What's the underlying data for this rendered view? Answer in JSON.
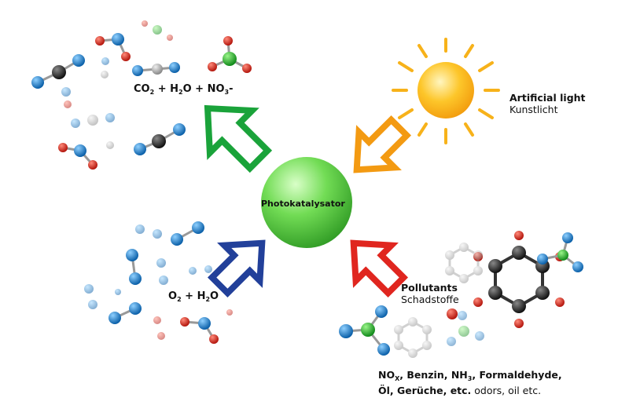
{
  "center_label": "Photokatalysator",
  "products": {
    "co2": "CO",
    "co2_sub": "2",
    "plus1": " + H",
    "h2o_sub": "2",
    "o_plus": "O + NO",
    "no3_sub": "3",
    "minus": "-"
  },
  "inputs_bottom_left": {
    "o2": "O",
    "o2_sub": "2",
    "plus": " + H",
    "h2o_sub": "2",
    "o": "O"
  },
  "light": {
    "en": "Artificial light",
    "de": "Kunstlicht"
  },
  "pollutants": {
    "en": "Pollutants",
    "de": "Schadstoffe"
  },
  "pollutant_list": {
    "no": "NO",
    "no_sub": "X",
    "part1": ", Benzin, NH",
    "nh_sub": "3",
    "part2": ", Formaldehyde,",
    "line2_bold": "Öl, Gerüche, etc.",
    "line2_plain": " odors, oil etc."
  },
  "colors": {
    "green_arrow": "#1aa33a",
    "orange_arrow": "#f39a12",
    "blue_arrow": "#22409a",
    "red_arrow": "#e0261f",
    "sphere": "#5fd04a",
    "sun": "#fbb415"
  }
}
